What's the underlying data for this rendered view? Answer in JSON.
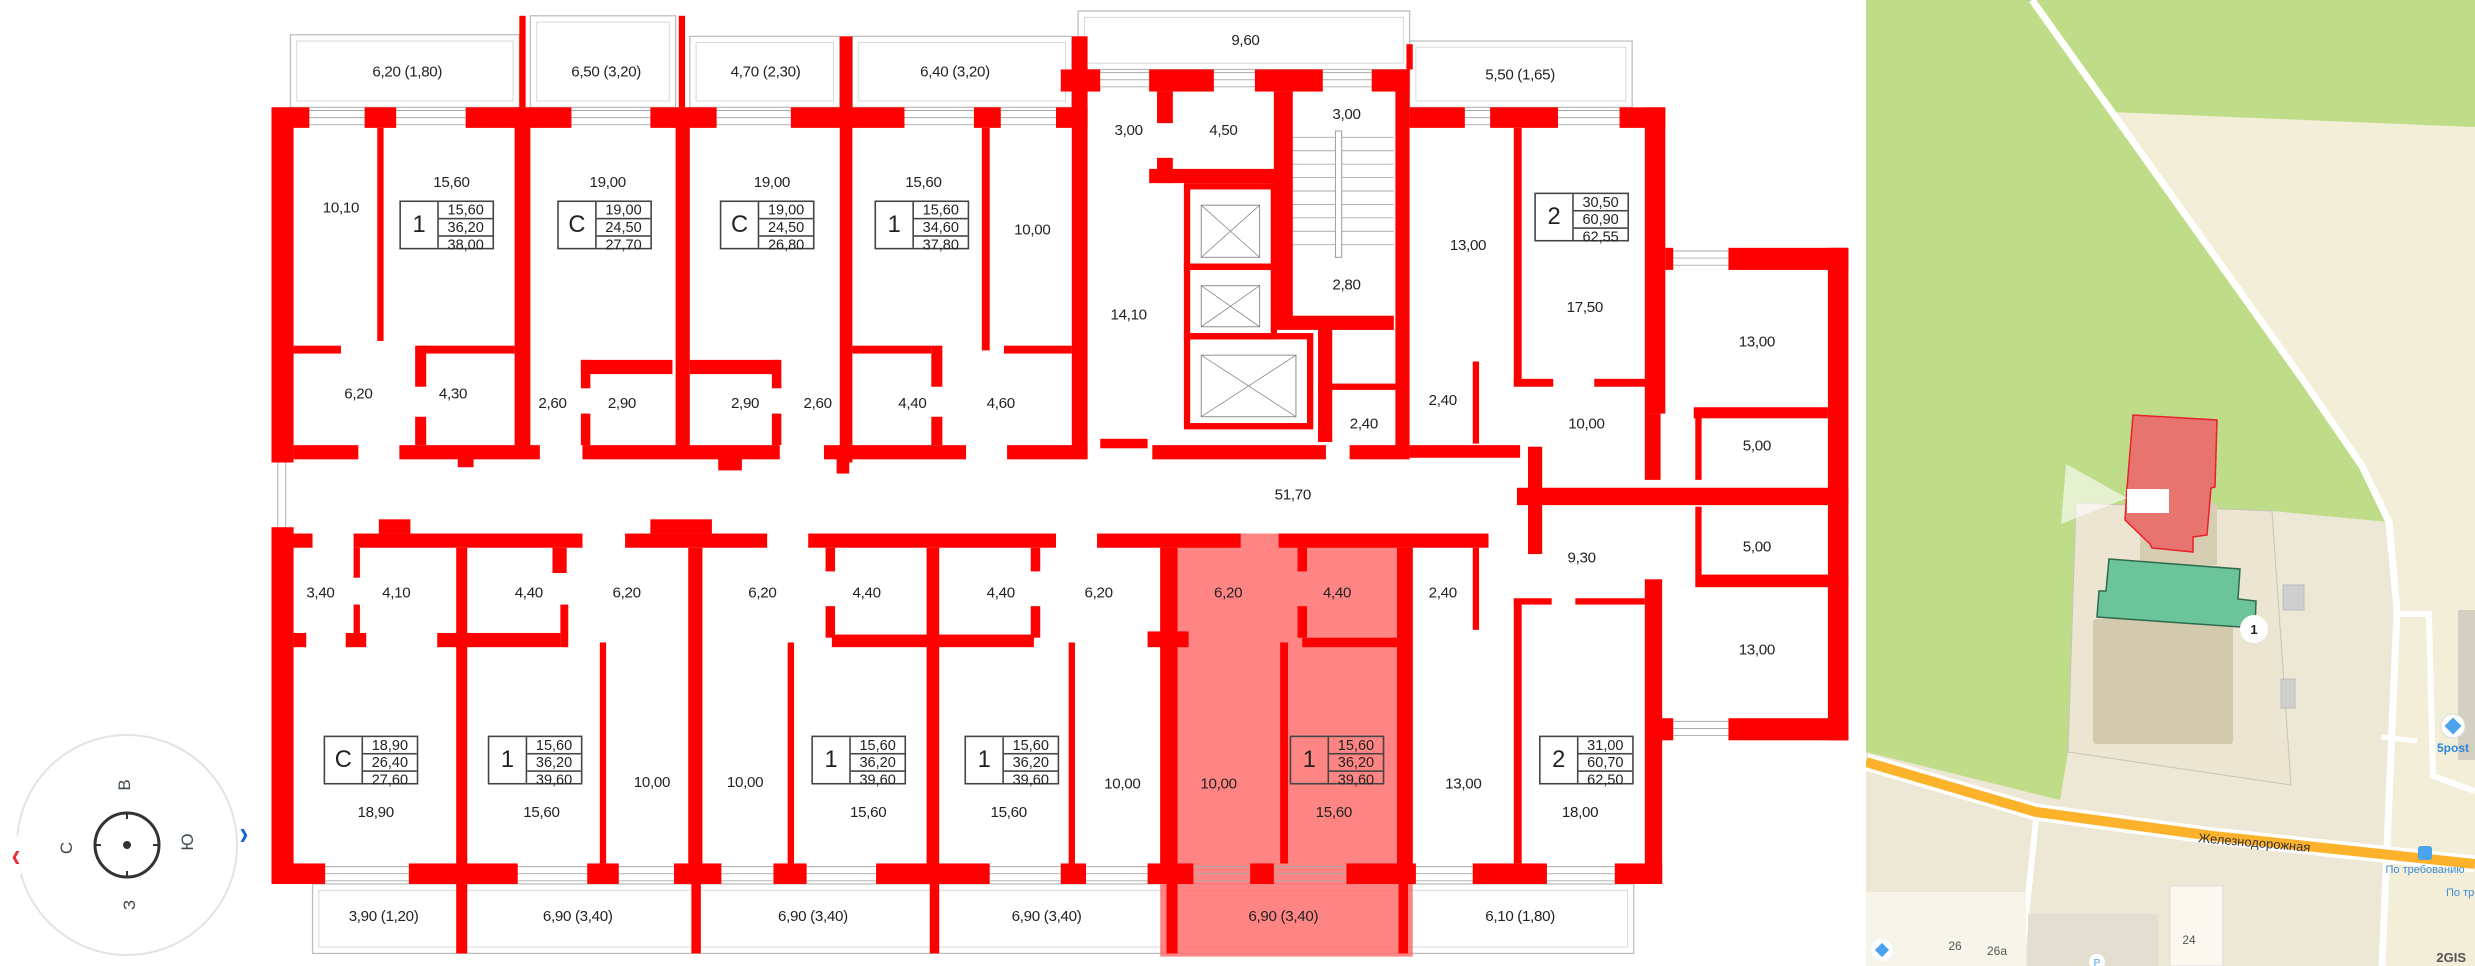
{
  "plan": {
    "balconies": [
      "6,20 (1,80)",
      "6,50 (3,20)",
      "4,70 (2,30)",
      "6,40 (3,20)",
      "9,60",
      "5,50 (1,65)",
      "3,90 (1,20)",
      "6,90 (3,40)",
      "6,90 (3,40)",
      "6,90 (3,40)",
      "6,90 (3,40)",
      "6,10 (1,80)"
    ],
    "rooms": [
      "10,10",
      "15,60",
      "19,00",
      "19,00",
      "15,60",
      "10,00",
      "3,00",
      "4,50",
      "3,00",
      "14,10",
      "2,80",
      "13,00",
      "17,50",
      "13,00",
      "6,20",
      "4,30",
      "2,60",
      "2,90",
      "2,90",
      "2,60",
      "4,40",
      "4,60",
      "2,40",
      "2,40",
      "10,00",
      "5,00",
      "51,70",
      "9,30",
      "5,00",
      "13,00",
      "3,40",
      "4,10",
      "4,40",
      "6,20",
      "6,20",
      "4,40",
      "4,40",
      "6,20",
      "6,20",
      "4,40",
      "2,40",
      "18,90",
      "15,60",
      "10,00",
      "10,00",
      "15,60",
      "15,60",
      "10,00",
      "10,00",
      "15,60",
      "13,00",
      "18,00"
    ],
    "apartments": [
      {
        "type": "1",
        "areas": [
          "15,60",
          "36,20",
          "38,00"
        ]
      },
      {
        "type": "С",
        "areas": [
          "19,00",
          "24,50",
          "27,70"
        ]
      },
      {
        "type": "С",
        "areas": [
          "19,00",
          "24,50",
          "26,80"
        ]
      },
      {
        "type": "1",
        "areas": [
          "15,60",
          "34,60",
          "37,80"
        ]
      },
      {
        "type": "2",
        "areas": [
          "30,50",
          "60,90",
          "62,55"
        ]
      },
      {
        "type": "С",
        "areas": [
          "18,90",
          "26,40",
          "27,60"
        ]
      },
      {
        "type": "1",
        "areas": [
          "15,60",
          "36,20",
          "39,60"
        ]
      },
      {
        "type": "1",
        "areas": [
          "15,60",
          "36,20",
          "39,60"
        ]
      },
      {
        "type": "1",
        "areas": [
          "15,60",
          "36,20",
          "39,60"
        ]
      },
      {
        "type": "1",
        "areas": [
          "15,60",
          "36,20",
          "39,60"
        ],
        "selected": true
      },
      {
        "type": "2",
        "areas": [
          "31,00",
          "60,70",
          "62,50"
        ]
      }
    ],
    "colors": {
      "wall": "#ff0000",
      "selected": "#ff6f6f",
      "fixture": "#9a9a9a"
    }
  },
  "compass": {
    "north": "С",
    "east": "В",
    "south": "Ю",
    "west": "З",
    "prev": "‹",
    "next": "›",
    "prev_color": "#e8323a",
    "next_color": "#1e63d6"
  },
  "map": {
    "street": "Железнодорожная",
    "poi": "5post",
    "stop": "По требованию",
    "stop_cut": "По тр",
    "house_numbers": [
      "26",
      "26а",
      "24"
    ],
    "badge": "1",
    "logo": "2GIS",
    "parking": "P",
    "colors": {
      "park": "#bfdd88",
      "ground": "#ede7d5",
      "road_major": "#fdb22b",
      "selected_building": "#e8746f",
      "current_building": "#6bc49a",
      "link": "#2a8ad8"
    }
  }
}
